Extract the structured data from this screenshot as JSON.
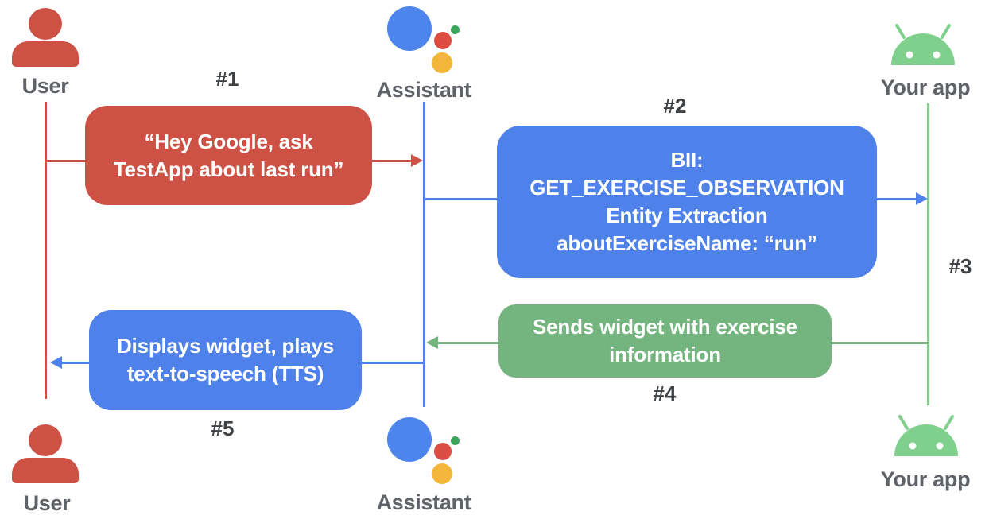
{
  "title": "Assistant App Actions widget fulfillment sequence diagram",
  "colors": {
    "red": "#CE5145",
    "blue": "#4E81E9",
    "green": "#74B47E",
    "android_green": "#7FD08C",
    "assistant_blue": "#4C85EC",
    "assistant_red": "#DB4C41",
    "assistant_yellow": "#F2B63B",
    "assistant_green": "#3EA45B",
    "actor_label": "#5F6368",
    "step_label": "#3F4245"
  },
  "actors": {
    "user_top": "User",
    "assistant_top": "Assistant",
    "app_top": "Your app",
    "user_bottom": "User",
    "assistant_bottom": "Assistant",
    "app_bottom": "Your app"
  },
  "steps": {
    "n1": "#1",
    "n2": "#2",
    "n3": "#3",
    "n4": "#4",
    "n5": "#5"
  },
  "messages": {
    "m1": "“Hey Google, ask\nTestApp about last run”",
    "m2": "BII:\nGET_EXERCISE_OBSERVATION\nEntity Extraction\naboutExerciseName: “run”",
    "m4": "Sends widget with exercise\ninformation",
    "m5": "Displays widget, plays\ntext-to-speech (TTS)"
  }
}
